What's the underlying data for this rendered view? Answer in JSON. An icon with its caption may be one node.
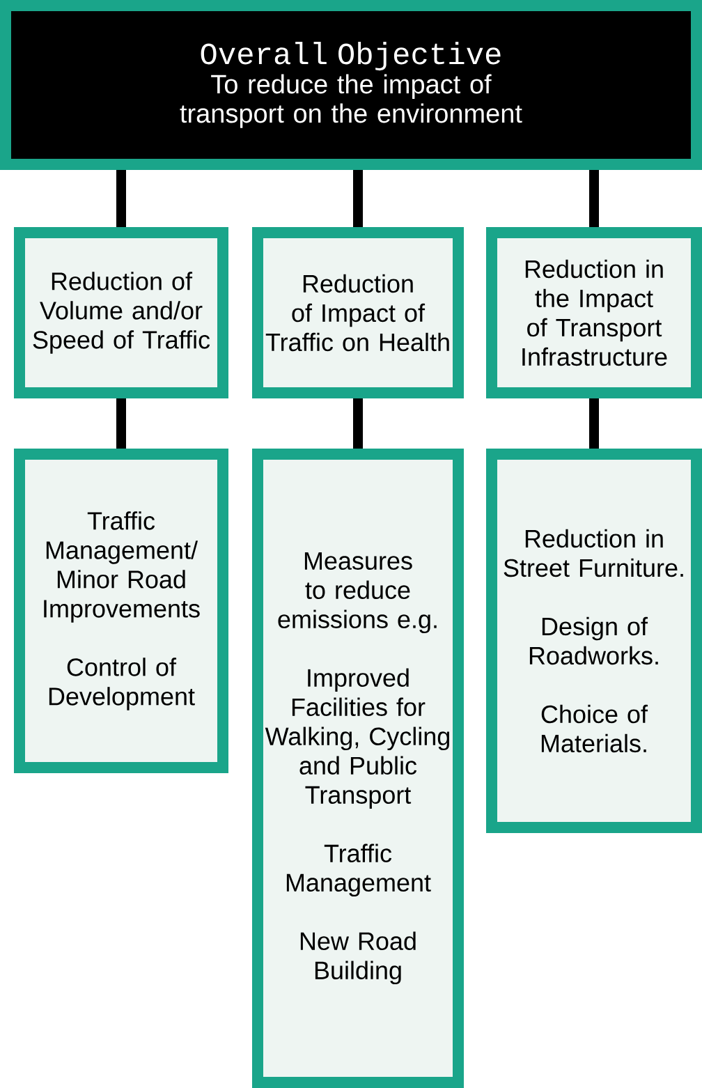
{
  "diagram": {
    "nodes": [
      {
        "text": [
          "Overall Objective",
          "To reduce the impact of transport on the environment"
        ]
      },
      {
        "text": [
          "Reduction of Volume and/or Speed of Traffic"
        ]
      },
      {
        "text": [
          "Reduction of Impact of Traffic on Health"
        ]
      },
      {
        "text": [
          "Reduction in the Impact of Transport Infrastructure"
        ]
      },
      {
        "text": [
          "Traffic Management/ Minor Road Improvements",
          "Control of Development"
        ]
      },
      {
        "text": [
          "Measures to reduce emissions e.g.",
          "Improved Facilities for Walking, Cycling and Public Transport",
          "Traffic Management",
          "New Road Building"
        ]
      },
      {
        "text": [
          "Reduction in Street Furniture.",
          "Design of Roadworks.",
          "Choice of Materials."
        ]
      }
    ],
    "edges": [
      {
        "from": 0,
        "to": 1,
        "arrow": "none"
      },
      {
        "from": 0,
        "to": 2,
        "arrow": "none"
      },
      {
        "from": 0,
        "to": 3,
        "arrow": "none"
      },
      {
        "from": 1,
        "to": 4,
        "arrow": "none"
      },
      {
        "from": 2,
        "to": 5,
        "arrow": "none"
      },
      {
        "from": 3,
        "to": 6,
        "arrow": "none"
      }
    ]
  }
}
